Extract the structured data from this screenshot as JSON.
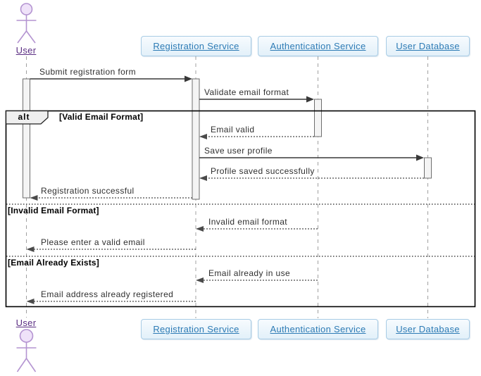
{
  "diagram_type": "uml-sequence-diagram",
  "actor": {
    "label": "User"
  },
  "participants": [
    {
      "label": "Registration Service"
    },
    {
      "label": "Authentication Service"
    },
    {
      "label": "User Database"
    }
  ],
  "alt_frame": {
    "operator": "alt",
    "branches": [
      {
        "condition": "[Valid Email Format]"
      },
      {
        "condition": "[Invalid Email Format]"
      },
      {
        "condition": "[Email Already Exists]"
      }
    ]
  },
  "messages": [
    {
      "text": "Submit registration form",
      "from": "User",
      "to": "Registration Service",
      "style": "solid"
    },
    {
      "text": "Validate email format",
      "from": "Registration Service",
      "to": "Authentication Service",
      "style": "solid"
    },
    {
      "text": "Email valid",
      "from": "Authentication Service",
      "to": "Registration Service",
      "style": "dashed"
    },
    {
      "text": "Save user profile",
      "from": "Registration Service",
      "to": "User Database",
      "style": "solid"
    },
    {
      "text": "Profile saved successfully",
      "from": "User Database",
      "to": "Registration Service",
      "style": "dashed"
    },
    {
      "text": "Registration successful",
      "from": "Registration Service",
      "to": "User",
      "style": "dashed"
    },
    {
      "text": "Invalid email format",
      "from": "Authentication Service",
      "to": "Registration Service",
      "style": "dashed"
    },
    {
      "text": "Please enter a valid email",
      "from": "Registration Service",
      "to": "User",
      "style": "dashed"
    },
    {
      "text": "Email already in use",
      "from": "Authentication Service",
      "to": "Registration Service",
      "style": "dashed"
    },
    {
      "text": "Email address already registered",
      "from": "Registration Service",
      "to": "User",
      "style": "dashed"
    }
  ],
  "colors": {
    "participant_fill": "#EAF4FB",
    "participant_border": "#A8CCE5",
    "participant_text": "#2D7BB5",
    "actor_stroke": "#B494D1",
    "actor_head_fill": "#EFE2F9",
    "actor_text": "#5B2E83",
    "lifeline": "#A0A0A0",
    "activation_fill": "#F4F4F4",
    "activation_border": "#6E6E6E",
    "arrow": "#383838",
    "frame_border": "#000000",
    "message_text": "#2F2F2F"
  }
}
